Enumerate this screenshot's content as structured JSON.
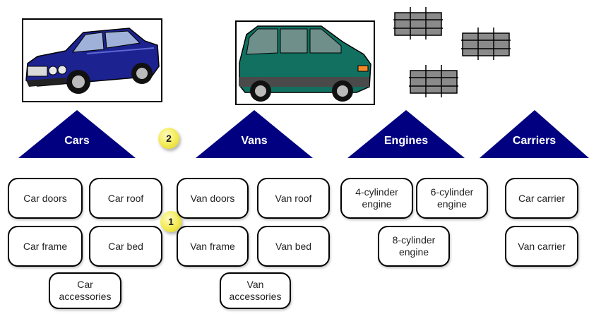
{
  "categories": [
    {
      "label": "Cars"
    },
    {
      "label": "Vans"
    },
    {
      "label": "Engines"
    },
    {
      "label": "Carriers"
    }
  ],
  "parts": {
    "car_doors": "Car doors",
    "car_roof": "Car roof",
    "car_frame": "Car frame",
    "car_bed": "Car bed",
    "car_accessories": "Car\naccessories",
    "van_doors": "Van doors",
    "van_roof": "Van roof",
    "van_frame": "Van frame",
    "van_bed": "Van bed",
    "van_accessories": "Van\naccessories",
    "engine_4cyl": "4-cylinder\nengine",
    "engine_6cyl": "6-cylinder\nengine",
    "engine_8cyl": "8-cylinder\nengine",
    "car_carrier": "Car carrier",
    "van_carrier": "Van carrier"
  },
  "badges": {
    "one": "1",
    "two": "2"
  },
  "colors": {
    "triangle_fill": "#000080",
    "badge_fill": "#f2ea52",
    "car_body": "#1a1f8a",
    "van_body": "#0f6d5a",
    "engine_block": "#8a8a8a"
  }
}
